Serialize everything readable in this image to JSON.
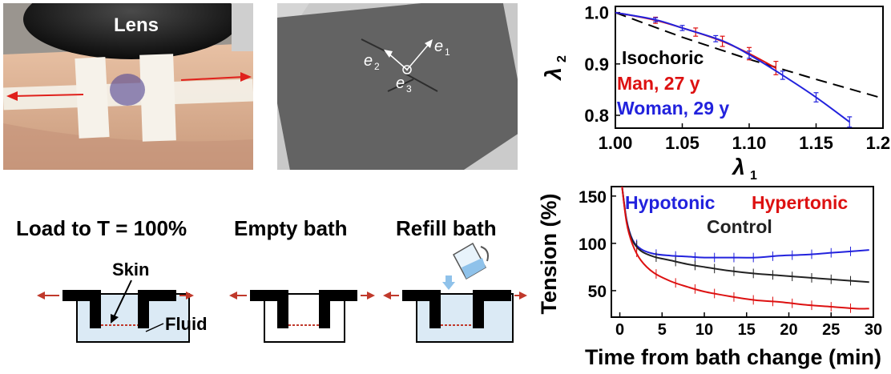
{
  "arm_photo": {
    "lens_label": "Lens",
    "stretch_color": "#e0201b"
  },
  "microscope_photo": {
    "axis_labels": [
      "e",
      "e",
      "e"
    ],
    "axis_subscripts": [
      "1",
      "2",
      "3"
    ]
  },
  "schematic": {
    "steps": [
      "Load to T = 100%",
      "Empty bath",
      "Refill bath"
    ],
    "skin_label": "Skin",
    "fluid_label": "Fluid",
    "arrow_color": "#c0392b",
    "fluid_color": "#dbeaf5"
  },
  "chart_data": [
    {
      "type": "line",
      "xlabel": "λ",
      "xlabel_sub": "1",
      "ylabel": "λ",
      "ylabel_sub": "2",
      "xlim": [
        1.0,
        1.2
      ],
      "ylim": [
        0.775,
        1.012
      ],
      "xticks": [
        "1.00",
        "1.05",
        "1.10",
        "1.15",
        "1.20"
      ],
      "yticks": [
        "1.0",
        "0.9",
        "0.8"
      ],
      "legend": [
        "Isochoric",
        "Man, 27 y",
        "Woman, 29 y"
      ],
      "series": [
        {
          "name": "Isochoric",
          "color": "#000000",
          "dashed": true,
          "x": [
            1.0,
            1.05,
            1.1,
            1.15,
            1.2
          ],
          "y": [
            1.0,
            0.952,
            0.909,
            0.87,
            0.833
          ]
        },
        {
          "name": "Man, 27 y",
          "color": "#dd1111",
          "x": [
            1.0,
            1.03,
            1.06,
            1.08,
            1.1,
            1.12
          ],
          "y": [
            1.0,
            0.985,
            0.962,
            0.944,
            0.92,
            0.892
          ],
          "err_x": [
            1.03,
            1.06,
            1.08,
            1.1,
            1.12
          ],
          "err": [
            0.006,
            0.008,
            0.01,
            0.012,
            0.013
          ]
        },
        {
          "name": "Woman, 29 y",
          "color": "#2222dd",
          "x": [
            1.0,
            1.03,
            1.05,
            1.08,
            1.1,
            1.125,
            1.15,
            1.175
          ],
          "y": [
            1.0,
            0.986,
            0.97,
            0.945,
            0.918,
            0.878,
            0.835,
            0.787
          ],
          "err_x": [
            1.03,
            1.05,
            1.075,
            1.1,
            1.125,
            1.15,
            1.175
          ],
          "err": [
            0.004,
            0.005,
            0.006,
            0.007,
            0.008,
            0.009,
            0.01
          ]
        }
      ]
    },
    {
      "type": "line",
      "xlabel": "Time from bath change (min)",
      "ylabel": "Tension (%)",
      "xlim": [
        -1,
        30
      ],
      "ylim": [
        22,
        160
      ],
      "xticks": [
        "0",
        "5",
        "10",
        "15",
        "20",
        "25",
        "30"
      ],
      "yticks": [
        "150",
        "100",
        "50"
      ],
      "legend": [
        "Hypotonic",
        "Hypertonic",
        "Control"
      ],
      "series": [
        {
          "name": "Hypotonic",
          "color": "#2222dd",
          "x": [
            0.2,
            0.8,
            1.5,
            2.5,
            4,
            6,
            8,
            10,
            13,
            16,
            19,
            22,
            25,
            28,
            29.5
          ],
          "y": [
            165,
            125,
            104,
            94,
            89,
            87,
            86,
            85,
            85,
            85,
            87,
            88,
            90,
            92,
            93
          ]
        },
        {
          "name": "Control",
          "color": "#222222",
          "x": [
            0.2,
            0.8,
            1.5,
            2.5,
            4,
            6,
            8,
            10,
            13,
            16,
            19,
            22,
            25,
            28,
            29.5
          ],
          "y": [
            165,
            124,
            103,
            92,
            86,
            82,
            78,
            75,
            71,
            68,
            66,
            64,
            62,
            60,
            59
          ]
        },
        {
          "name": "Hypertonic",
          "color": "#dd1111",
          "x": [
            0.2,
            0.8,
            1.5,
            2.5,
            4,
            6,
            8,
            10,
            13,
            16,
            19,
            22,
            25,
            28,
            29.5
          ],
          "y": [
            165,
            122,
            99,
            82,
            69,
            60,
            54,
            49,
            44,
            40,
            38,
            35,
            33,
            31,
            31
          ]
        }
      ]
    }
  ]
}
